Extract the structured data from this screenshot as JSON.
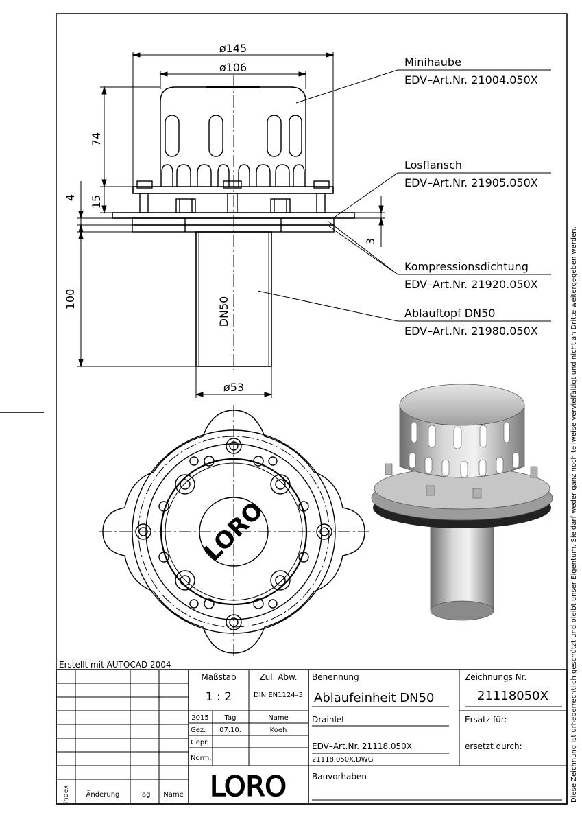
{
  "dims": {
    "d145": "ø145",
    "d106": "ø106",
    "d53": "ø53",
    "h74": "74",
    "h15": "15",
    "h4": "4",
    "h3": "3",
    "h100": "100",
    "dn50": "DN50"
  },
  "parts": [
    {
      "name": "Minihaube",
      "art": "EDV–Art.Nr.  21004.050X"
    },
    {
      "name": "Losflansch",
      "art": "EDV–Art.Nr.  21905.050X"
    },
    {
      "name": "Kompressionsdichtung",
      "art": "EDV–Art.Nr.  21920.050X"
    },
    {
      "name": "Ablauftopf DN50",
      "art": "EDV–Art.Nr.  21980.050X"
    }
  ],
  "plan_logo": "LORO",
  "side_note": "Diese Zeichnung ist urheberrechtlich geschützt und bleibt unser Eigentum. Sie darf weder ganz noch teilweise vervielfältigt und nicht an Dritte weitergegeben werden.",
  "title_block": {
    "created_with": "Erstellt mit AUTOCAD 2004",
    "massstab_label": "Maßstab",
    "massstab_value": "1 : 2",
    "zul_abw_label": "Zul. Abw.",
    "zul_abw_value": "DIN EN1124–3",
    "benennung_label": "Benennung",
    "benennung_value": "Ablaufeinheit DN50",
    "zeichnungs_nr_label": "Zeichnungs Nr.",
    "zeichnungs_nr_value": "21118050X",
    "year": "2015",
    "tag_label": "Tag",
    "name_label": "Name",
    "gez_label": "Gez.",
    "gez_tag": "07.10.",
    "gez_name": "Koeh",
    "gepr_label": "Gepr.",
    "norm_label": "Norm.",
    "drainlet": "Drainlet",
    "edv_art": "EDV–Art.Nr.  21118.050X",
    "dwg_file": "21118.050X.DWG",
    "ersatz_fuer": "Ersatz für:",
    "ersetzt_durch": "ersetzt durch:",
    "bauvorhaben": "Bauvorhaben",
    "rev_index": "Index",
    "rev_aenderung": "Änderung",
    "rev_tag": "Tag",
    "rev_name": "Name",
    "logo": "LORO"
  }
}
